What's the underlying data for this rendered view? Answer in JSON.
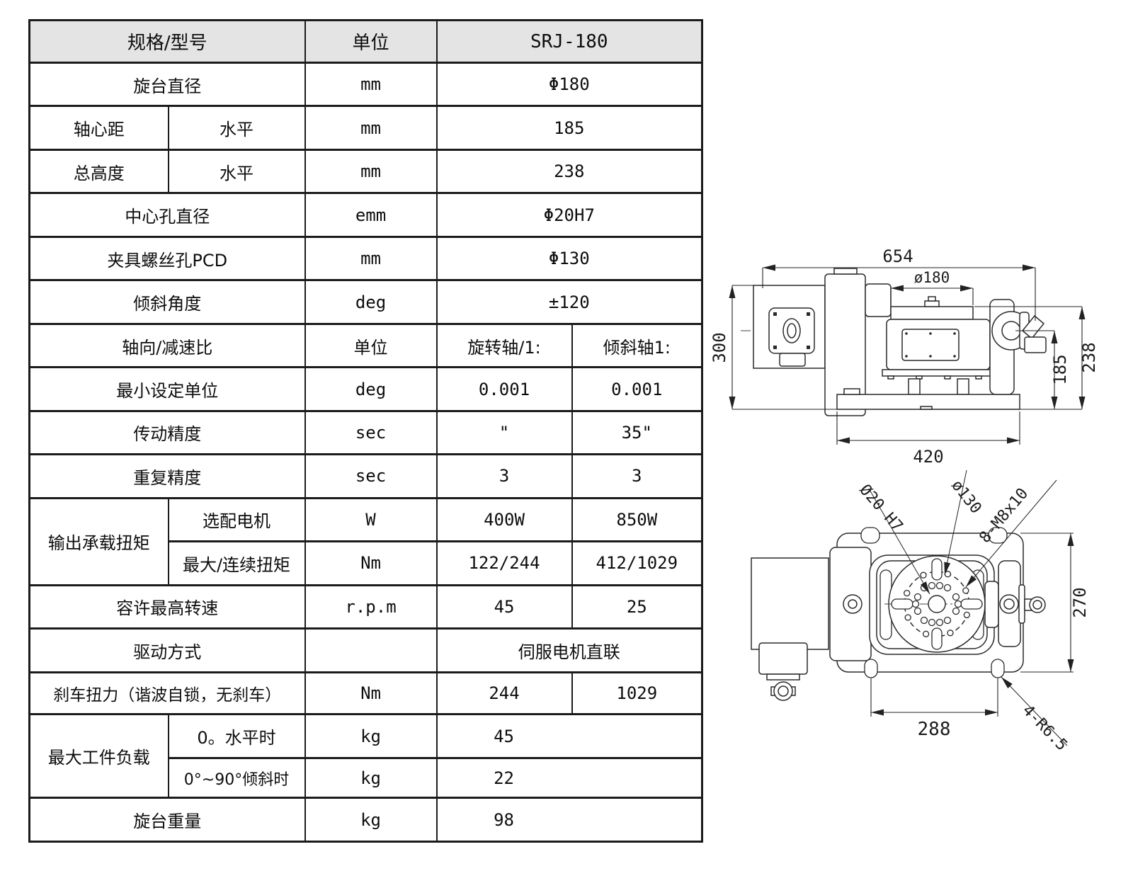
{
  "table": {
    "header": [
      "规格/型号",
      "单位",
      "SRJ-180"
    ],
    "rows": [
      {
        "label": "旋台直径",
        "unit": "mm",
        "value": "Φ180"
      },
      {
        "label": "轴心距",
        "sublabel": "水平",
        "unit": "mm",
        "value": "185"
      },
      {
        "label": "总高度",
        "sublabel": "水平",
        "unit": "mm",
        "value": "238"
      },
      {
        "label": "中心孔直径",
        "unit": "emm",
        "value": "Φ20H7"
      },
      {
        "label": "夹具螺丝孔PCD",
        "unit": "mm",
        "value": "Φ130"
      },
      {
        "label": "倾斜角度",
        "unit": "deg",
        "value": "±120"
      },
      {
        "label": "轴向/减速比",
        "unit": "单位",
        "value1": "旋转轴/1:",
        "value2": "倾斜轴1:"
      },
      {
        "label": "最小设定单位",
        "unit": "deg",
        "value1": "0.001",
        "value2": "0.001"
      },
      {
        "label": "传动精度",
        "unit": "sec",
        "value1": "\"",
        "value2": "35\""
      },
      {
        "label": "重复精度",
        "unit": "sec",
        "value1": "3",
        "value2": "3"
      },
      {
        "label": "输出承载扭矩",
        "sublabel": "选配电机",
        "unit": "W",
        "value1": "400W",
        "value2": "850W"
      },
      {
        "sublabel": "最大/连续扭矩",
        "unit": "Nm",
        "value1": "122/244",
        "value2": "412/1029"
      },
      {
        "label": "容许最高转速",
        "unit": "r.p.m",
        "value1": "45",
        "value2": "25"
      },
      {
        "label": "驱动方式",
        "unit": "",
        "value": "伺服电机直联"
      },
      {
        "label": "刹车扭力（谐波自锁，无刹车）",
        "unit": "Nm",
        "value1": "244",
        "value2": "1029"
      },
      {
        "label": "最大工件负载",
        "sublabel": "0。水平时",
        "unit": "kg",
        "value": "45"
      },
      {
        "sublabel": "0°~90°倾斜时",
        "unit": "kg",
        "value": "22"
      },
      {
        "label": "旋台重量",
        "unit": "kg",
        "value": "98"
      }
    ]
  },
  "drawings": {
    "side_view": {
      "dim_width": "654",
      "dim_table_dia": "ø180",
      "dim_height_overall": "300",
      "dim_axis_height": "185",
      "dim_total_height": "238",
      "dim_base_width": "420"
    },
    "top_view": {
      "label_center_bore": "Ø20 H7",
      "label_pcd": "ø130",
      "label_tap_holes": "8-M8x10",
      "label_slot_radius": "4-R6.5",
      "dim_depth": "270",
      "dim_slot_span": "288"
    }
  }
}
